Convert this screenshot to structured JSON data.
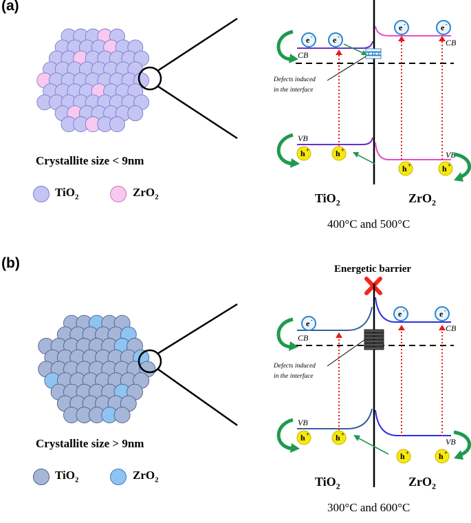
{
  "panels": [
    {
      "label": "(a)",
      "crystallite_caption": "Crystallite size < 9nm",
      "legend": [
        {
          "name": "TiO",
          "sub": "2",
          "color": "#c5c5f4"
        },
        {
          "name": "ZrO",
          "sub": "2",
          "color": "#f9c8ee"
        }
      ],
      "band_labels": {
        "cb_left": "CB",
        "cb_right": "CB",
        "vb_left": "VB",
        "vb_right": "VB"
      },
      "defect_note": [
        "Defects induced",
        "in the interface"
      ],
      "electron": "e",
      "electron_sup": "-",
      "hole": "h",
      "hole_sup": "+",
      "material_left": {
        "name": "TiO",
        "sub": "2"
      },
      "material_right": {
        "name": "ZrO",
        "sub": "2"
      },
      "temperature": "400°C and 500°C",
      "colors": {
        "tio2_band": "#6a2ecf",
        "zro2_band": "#e64fc9",
        "tio2_particle": "#c5c5f4",
        "zro2_particle": "#f9c8ee"
      }
    },
    {
      "label": "(b)",
      "crystallite_caption": "Crystallite size > 9nm",
      "legend": [
        {
          "name": "TiO",
          "sub": "2",
          "color": "#a6b6d8"
        },
        {
          "name": "ZrO",
          "sub": "2",
          "color": "#8ec3f2"
        }
      ],
      "band_labels": {
        "cb_left": "CB",
        "cb_right": "CB",
        "vb_left": "VB",
        "vb_right": "VB"
      },
      "defect_note": [
        "Defects induced",
        "in the interface"
      ],
      "barrier_title": "Energetic barrier",
      "electron": "e",
      "electron_sup": "-",
      "hole": "h",
      "hole_sup": "+",
      "material_left": {
        "name": "TiO",
        "sub": "2"
      },
      "material_right": {
        "name": "ZrO",
        "sub": "2"
      },
      "temperature": "300°C and 600°C",
      "colors": {
        "tio2_band": "#34609a",
        "zro2_band": "#2d2ee0",
        "tio2_particle": "#a6b6d8",
        "zro2_particle": "#8ec3f2"
      }
    }
  ],
  "palette": {
    "arrow_green": "#1f9a4e",
    "arrow_red": "#e41b1b",
    "electron_ring": "#2a84c9",
    "hole_fill": "#f7e80e",
    "cross_red": "#f0281e"
  }
}
